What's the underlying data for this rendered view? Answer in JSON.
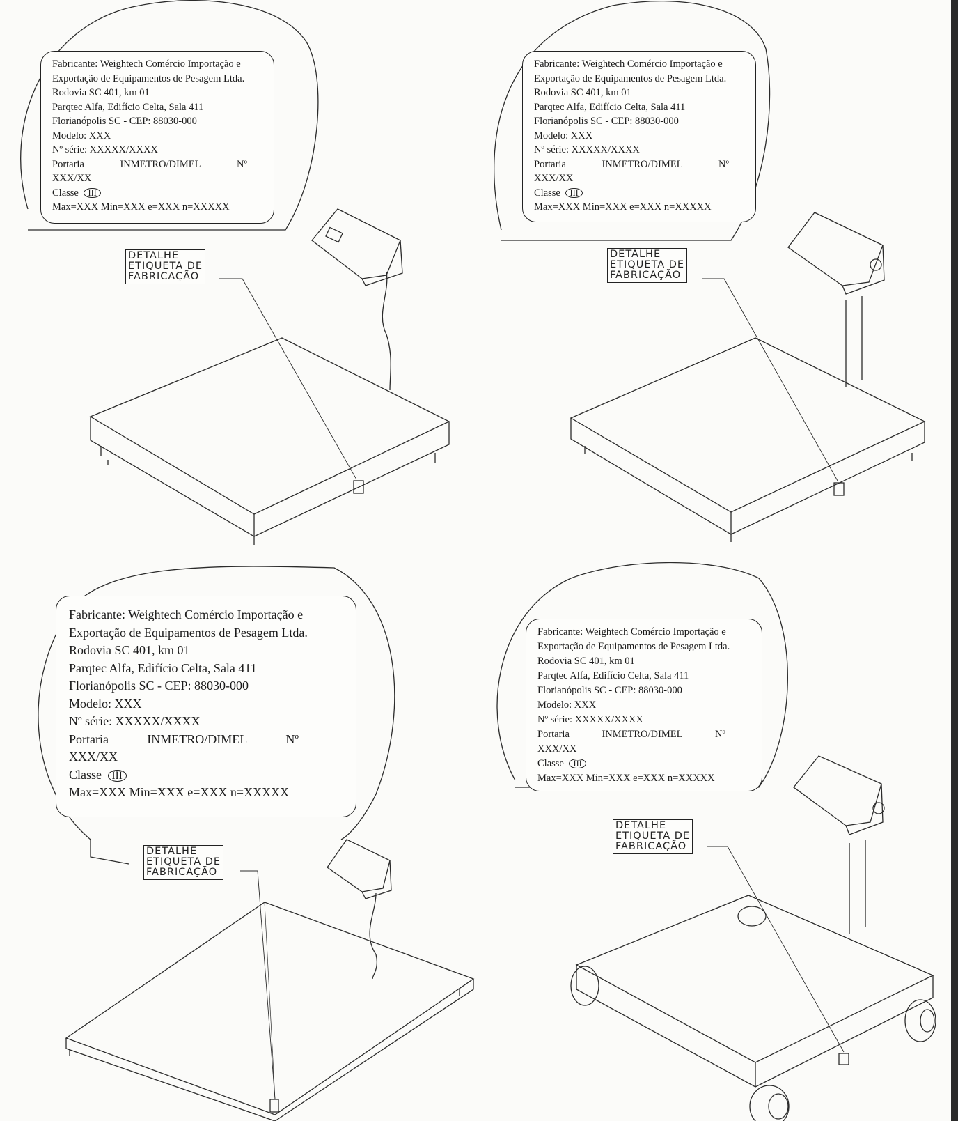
{
  "panels": [
    {
      "label": {
        "fabricante": "Fabricante: Weightech Comércio Importação e",
        "exportacao": "Exportação de Equipamentos de Pesagem Ltda.",
        "rodovia": "Rodovia SC 401, km 01",
        "parqtec": "Parqtec Alfa, Edifício Celta, Sala 411",
        "cidade": "Florianópolis SC - CEP: 88030-000",
        "modelo": "Modelo: XXX",
        "serie": "Nº série: XXXXX/XXXX",
        "portaria": "Portaria",
        "inmetro": "INMETRO/DIMEL",
        "numero": "Nº",
        "codigo": "XXX/XX",
        "classe": "Classe",
        "classe_num": "III",
        "max": "Max=XXX Min=XXX e=XXX n=XXXXX"
      },
      "detail": {
        "l1": "DETALHE",
        "l2": "ETIQUETA DE",
        "l3": "FABRICAÇÃO"
      }
    },
    {
      "label": {
        "fabricante": "Fabricante: Weightech Comércio Importação e",
        "exportacao": "Exportação de Equipamentos de Pesagem Ltda.",
        "rodovia": "Rodovia SC 401, km 01",
        "parqtec": "Parqtec Alfa, Edifício Celta, Sala 411",
        "cidade": "Florianópolis SC - CEP: 88030-000",
        "modelo": "Modelo: XXX",
        "serie": "Nº série: XXXXX/XXXX",
        "portaria": "Portaria",
        "inmetro": "INMETRO/DIMEL",
        "numero": "Nº",
        "codigo": "XXX/XX",
        "classe": "Classe",
        "classe_num": "III",
        "max": "Max=XXX Min=XXX e=XXX n=XXXXX"
      },
      "detail": {
        "l1": "DETALHE",
        "l2": "ETIQUETA DE",
        "l3": "FABRICAÇÃO"
      }
    },
    {
      "label": {
        "fabricante": "Fabricante: Weightech Comércio Importação e",
        "exportacao": "Exportação de Equipamentos de Pesagem Ltda.",
        "rodovia": "Rodovia SC 401, km 01",
        "parqtec": "Parqtec Alfa, Edifício Celta, Sala 411",
        "cidade": "Florianópolis SC - CEP: 88030-000",
        "modelo": "Modelo: XXX",
        "serie": "Nº série: XXXXX/XXXX",
        "portaria": "Portaria",
        "inmetro": "INMETRO/DIMEL",
        "numero": "Nº",
        "codigo": "XXX/XX",
        "classe": "Classe",
        "classe_num": "III",
        "max": "Max=XXX Min=XXX e=XXX n=XXXXX"
      },
      "detail": {
        "l1": "DETALHE",
        "l2": "ETIQUETA DE",
        "l3": "FABRICAÇÃO"
      }
    },
    {
      "label": {
        "fabricante": "Fabricante: Weightech Comércio Importação e",
        "exportacao": "Exportação de Equipamentos de Pesagem Ltda.",
        "rodovia": "Rodovia SC 401, km 01",
        "parqtec": "Parqtec Alfa, Edifício Celta, Sala 411",
        "cidade": "Florianópolis SC - CEP: 88030-000",
        "modelo": "Modelo: XXX",
        "serie": "Nº série: XXXXX/XXXX",
        "portaria": "Portaria",
        "inmetro": "INMETRO/DIMEL",
        "numero": "Nº",
        "codigo": "XXX/XX",
        "classe": "Classe",
        "classe_num": "III",
        "max": "Max=XXX Min=XXX e=XXX n=XXXXX"
      },
      "detail": {
        "l1": "DETALHE",
        "l2": "ETIQUETA DE",
        "l3": "FABRICAÇÃO"
      }
    }
  ]
}
